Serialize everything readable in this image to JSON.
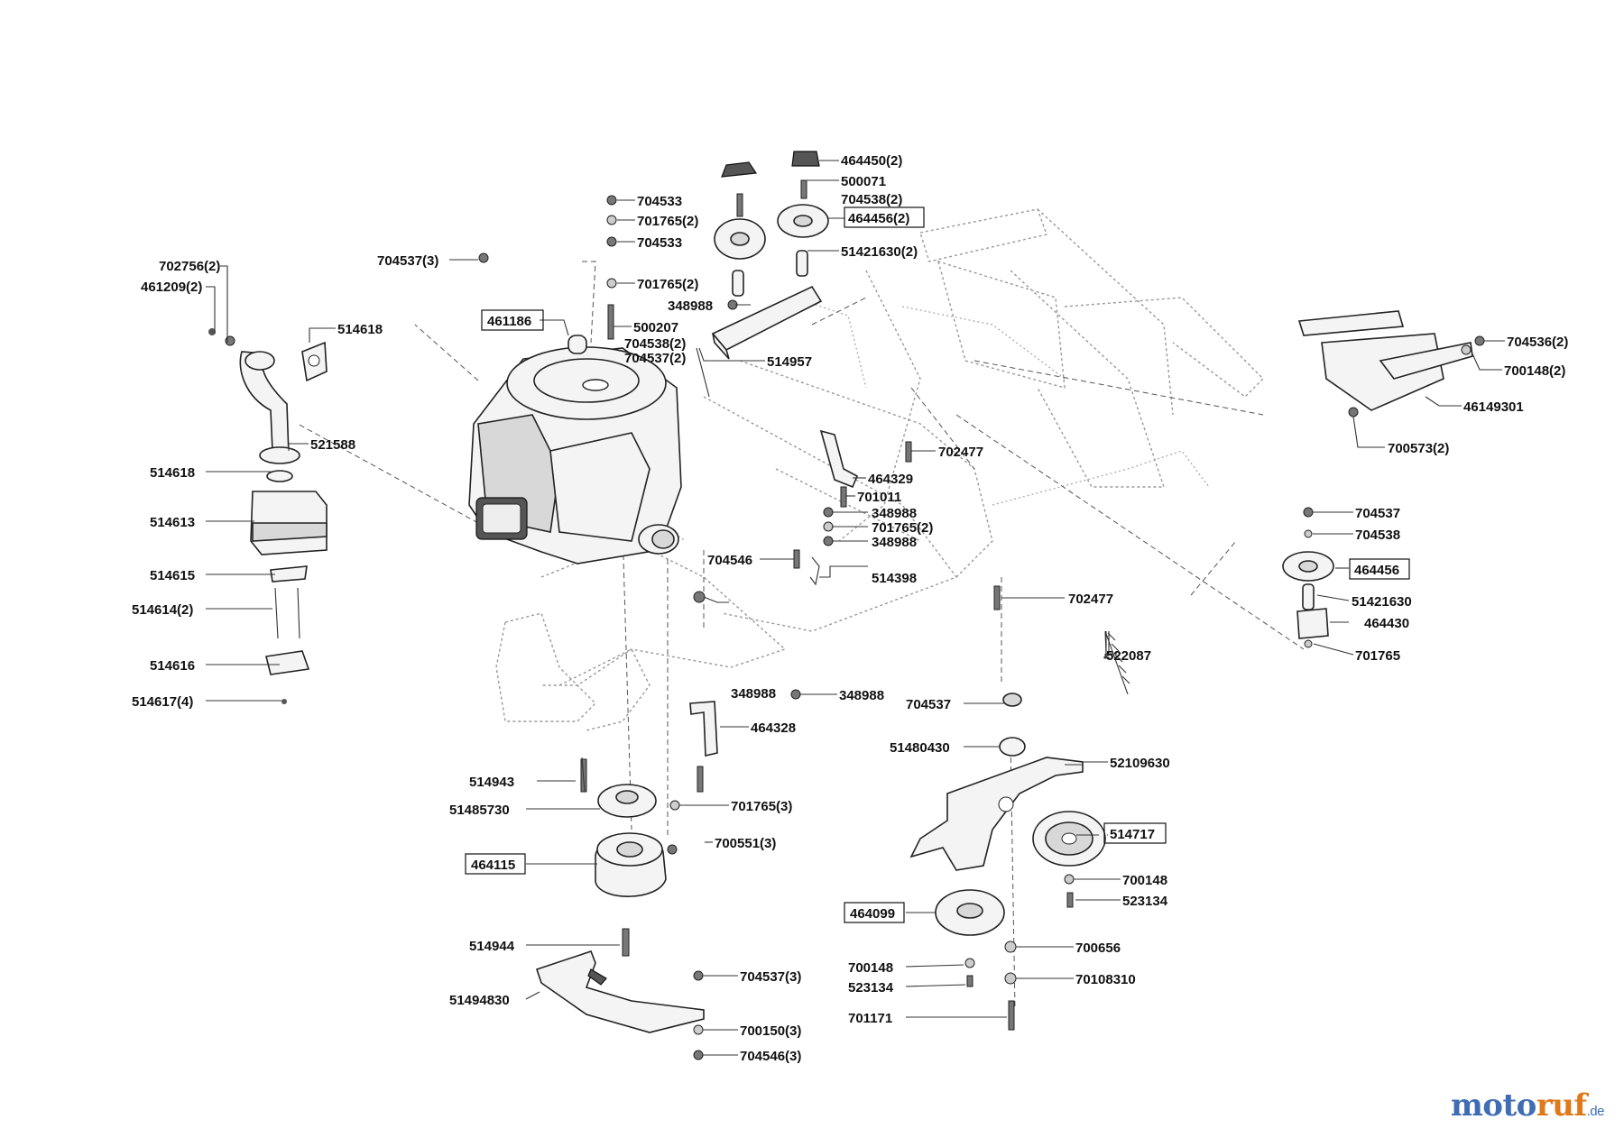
{
  "labels": [
    {
      "id": "l464450",
      "text": "464450(2)",
      "boxed": false
    },
    {
      "id": "l500071",
      "text": "500071",
      "boxed": false
    },
    {
      "id": "l704538_2a",
      "text": "704538(2)",
      "boxed": false
    },
    {
      "id": "l464456_2",
      "text": "464456(2)",
      "boxed": true
    },
    {
      "id": "l51421630_2",
      "text": "51421630(2)",
      "boxed": false
    },
    {
      "id": "l704533a",
      "text": "704533",
      "boxed": false
    },
    {
      "id": "l701765_2a",
      "text": "701765(2)",
      "boxed": false
    },
    {
      "id": "l704533b",
      "text": "704533",
      "boxed": false
    },
    {
      "id": "l701765_2b",
      "text": "701765(2)",
      "boxed": false
    },
    {
      "id": "l348988a",
      "text": "348988",
      "boxed": false
    },
    {
      "id": "l500207",
      "text": "500207",
      "boxed": false
    },
    {
      "id": "l704538_2b",
      "text": "704538(2)",
      "boxed": false
    },
    {
      "id": "l704537_2",
      "text": "704537(2)",
      "boxed": false
    },
    {
      "id": "l514957",
      "text": "514957",
      "boxed": false
    },
    {
      "id": "l704537_3a",
      "text": "704537(3)",
      "boxed": false
    },
    {
      "id": "l461186",
      "text": "461186",
      "boxed": true
    },
    {
      "id": "l702756",
      "text": "702756(2)",
      "boxed": false
    },
    {
      "id": "l461209",
      "text": "461209(2)",
      "boxed": false
    },
    {
      "id": "l514618a",
      "text": "514618",
      "boxed": false
    },
    {
      "id": "l521588",
      "text": "521588",
      "boxed": false
    },
    {
      "id": "l514618b",
      "text": "514618",
      "boxed": false
    },
    {
      "id": "l514613",
      "text": "514613",
      "boxed": false
    },
    {
      "id": "l514615",
      "text": "514615",
      "boxed": false
    },
    {
      "id": "l514614",
      "text": "514614(2)",
      "boxed": false
    },
    {
      "id": "l514616",
      "text": "514616",
      "boxed": false
    },
    {
      "id": "l514617",
      "text": "514617(4)",
      "boxed": false
    },
    {
      "id": "l702477a",
      "text": "702477",
      "boxed": false
    },
    {
      "id": "l464329",
      "text": "464329",
      "boxed": false
    },
    {
      "id": "l701011",
      "text": "701011",
      "boxed": false
    },
    {
      "id": "l348988b",
      "text": "348988",
      "boxed": false
    },
    {
      "id": "l701765_2c",
      "text": "701765(2)",
      "boxed": false
    },
    {
      "id": "l348988c",
      "text": "348988",
      "boxed": false
    },
    {
      "id": "l704546",
      "text": "704546",
      "boxed": false
    },
    {
      "id": "l514398",
      "text": "514398",
      "boxed": false
    },
    {
      "id": "l702477b",
      "text": "702477",
      "boxed": false
    },
    {
      "id": "l704536",
      "text": "704536(2)",
      "boxed": false
    },
    {
      "id": "l700148_2",
      "text": "700148(2)",
      "boxed": false
    },
    {
      "id": "l46149301",
      "text": "46149301",
      "boxed": false
    },
    {
      "id": "l700573",
      "text": "700573(2)",
      "boxed": false
    },
    {
      "id": "l704537r",
      "text": "704537",
      "boxed": false
    },
    {
      "id": "l704538r",
      "text": "704538",
      "boxed": false
    },
    {
      "id": "l464456r",
      "text": "464456",
      "boxed": true
    },
    {
      "id": "l51421630r",
      "text": "51421630",
      "boxed": false
    },
    {
      "id": "l464430",
      "text": "464430",
      "boxed": false
    },
    {
      "id": "l701765r",
      "text": "701765",
      "boxed": false
    },
    {
      "id": "l522087",
      "text": "522087",
      "boxed": false
    },
    {
      "id": "l348988d",
      "text": "348988",
      "boxed": false
    },
    {
      "id": "l348988e",
      "text": "348988",
      "boxed": false
    },
    {
      "id": "l704537m",
      "text": "704537",
      "boxed": false
    },
    {
      "id": "l464328",
      "text": "464328",
      "boxed": false
    },
    {
      "id": "l51480430",
      "text": "51480430",
      "boxed": false
    },
    {
      "id": "l52109630",
      "text": "52109630",
      "boxed": false
    },
    {
      "id": "l514943",
      "text": "514943",
      "boxed": false
    },
    {
      "id": "l701765_3",
      "text": "701765(3)",
      "boxed": false
    },
    {
      "id": "l51485730",
      "text": "51485730",
      "boxed": false
    },
    {
      "id": "l514717",
      "text": "514717",
      "boxed": true
    },
    {
      "id": "l700551",
      "text": "700551(3)",
      "boxed": false
    },
    {
      "id": "l464115",
      "text": "464115",
      "boxed": true
    },
    {
      "id": "l700148a",
      "text": "700148",
      "boxed": false
    },
    {
      "id": "l523134a",
      "text": "523134",
      "boxed": false
    },
    {
      "id": "l464099",
      "text": "464099",
      "boxed": true
    },
    {
      "id": "l514944",
      "text": "514944",
      "boxed": false
    },
    {
      "id": "l700656",
      "text": "700656",
      "boxed": false
    },
    {
      "id": "l704537_3b",
      "text": "704537(3)",
      "boxed": false
    },
    {
      "id": "l700148b",
      "text": "700148",
      "boxed": false
    },
    {
      "id": "l70108310",
      "text": "70108310",
      "boxed": false
    },
    {
      "id": "l523134b",
      "text": "523134",
      "boxed": false
    },
    {
      "id": "l51494830",
      "text": "51494830",
      "boxed": false
    },
    {
      "id": "l700150",
      "text": "700150(3)",
      "boxed": false
    },
    {
      "id": "l701171",
      "text": "701171",
      "boxed": false
    },
    {
      "id": "l704546_3",
      "text": "704546(3)",
      "boxed": false
    }
  ],
  "logo": {
    "part1": "moto",
    "part2": "ruf",
    "suffix": ".de"
  },
  "colors": {
    "logo_blue": "#3f6db3",
    "logo_orange": "#e0781c",
    "line": "#222222"
  }
}
